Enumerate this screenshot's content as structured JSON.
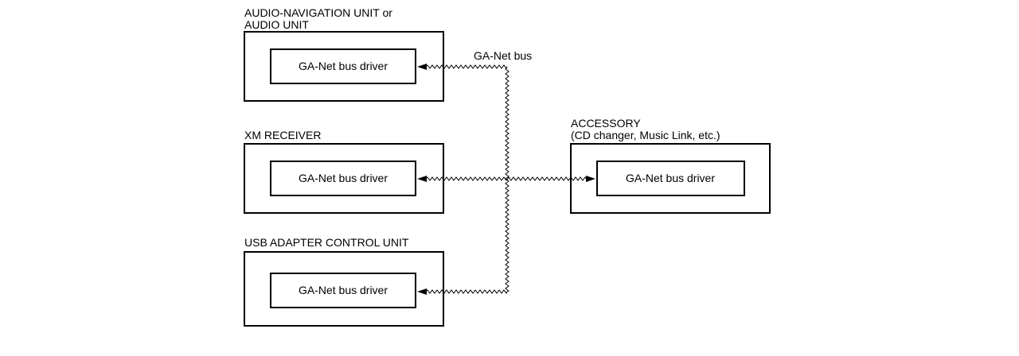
{
  "units": [
    {
      "id": "audio",
      "title_lines": [
        "AUDIO-NAVIGATION UNIT or",
        "AUDIO UNIT"
      ],
      "driver": "GA-Net bus driver"
    },
    {
      "id": "xm",
      "title_lines": [
        "XM RECEIVER"
      ],
      "driver": "GA-Net bus driver"
    },
    {
      "id": "usb",
      "title_lines": [
        "USB ADAPTER CONTROL UNIT"
      ],
      "driver": "GA-Net bus driver"
    },
    {
      "id": "accessory",
      "title_lines": [
        "ACCESSORY",
        "(CD changer, Music Link, etc.)"
      ],
      "driver": "GA-Net bus driver"
    }
  ],
  "bus_label": "GA-Net bus"
}
